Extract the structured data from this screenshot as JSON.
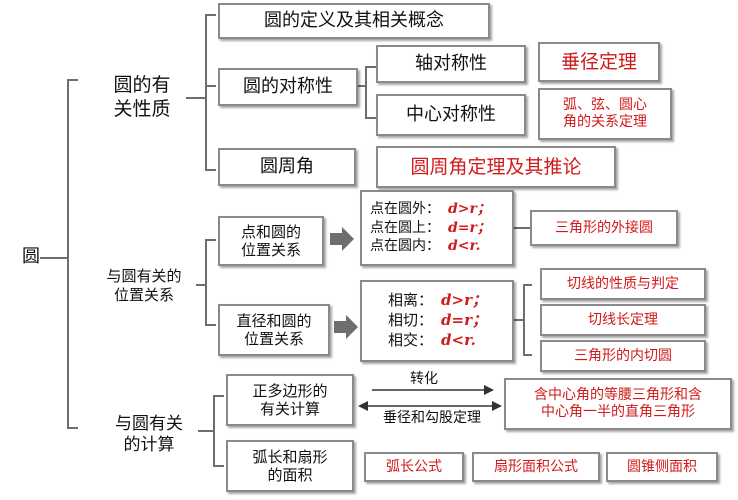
{
  "root": "圆",
  "properties": {
    "label": "圆的有\n关性质",
    "definition": "圆的定义及其相关概念",
    "symmetry": "圆的对称性",
    "axis_symmetry": "轴对称性",
    "perpendicular_theorem": "垂径定理",
    "center_symmetry": "中心对称性",
    "arc_chord_theorem": "弧、弦、圆心\n角的关系定理",
    "inscribed_angle": "圆周角",
    "inscribed_angle_theorem": "圆周角定理及其推论"
  },
  "position": {
    "label": "与圆有关的\n位置关系",
    "point_circle": "点和圆的\n位置关系",
    "point_rows": [
      {
        "label": "点在圆外：",
        "rel": "d>r；"
      },
      {
        "label": "点在圆上：",
        "rel": "d=r；"
      },
      {
        "label": "点在圆内：",
        "rel": "d<r."
      }
    ],
    "circumcircle": "三角形的外接圆",
    "line_circle": "直径和圆的\n位置关系",
    "line_rows": [
      {
        "label": "相离：",
        "rel": "d>r；"
      },
      {
        "label": "相切：",
        "rel": "d=r；"
      },
      {
        "label": "相交：",
        "rel": "d<r."
      }
    ],
    "tangent_property": "切线的性质与判定",
    "tangent_length": "切线长定理",
    "incircle": "三角形的内切圆"
  },
  "calculation": {
    "label": "与圆有关\n的计算",
    "polygon": "正多边形的\n有关计算",
    "transform": "转化",
    "via": "垂径和勾股定理",
    "triangles": "含中心角的等腰三角形和含\n中心角一半的直角三角形",
    "arc_sector": "弧长和扇形\n的面积",
    "arc_length": "弧长公式",
    "sector_area": "扇形面积公式",
    "cone_area": "圆锥侧面积"
  },
  "colors": {
    "line": "#6e6e6e",
    "arrow": "#6e6e6e",
    "red_text": "#d11a1a",
    "border": "#8a8a8a"
  }
}
